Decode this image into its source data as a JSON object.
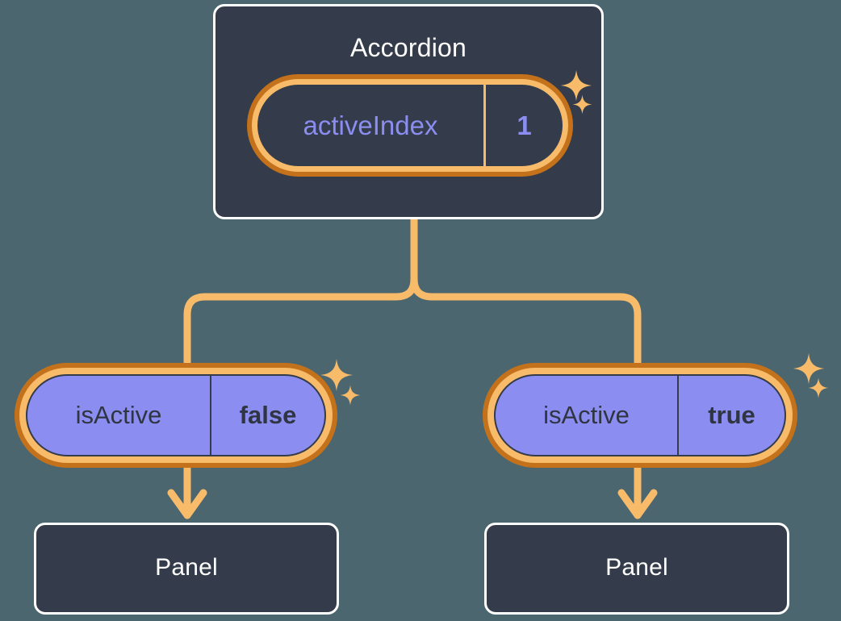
{
  "diagram": {
    "title_node": "Accordion",
    "background_color": "#4c6670",
    "card_color": "#343b4a",
    "accent_orange": "#f8bb6a",
    "accent_orange_dark": "#c3711a",
    "accent_purple": "#8b8ef0",
    "text_light": "#ffffff",
    "text_dark": "#2f3542"
  },
  "parent": {
    "label": "Accordion",
    "state": {
      "key": "activeIndex",
      "value": "1"
    }
  },
  "children": [
    {
      "state": {
        "key": "isActive",
        "value": "false"
      },
      "component": {
        "label": "Panel"
      }
    },
    {
      "state": {
        "key": "isActive",
        "value": "true"
      },
      "component": {
        "label": "Panel"
      }
    }
  ],
  "decorations": {
    "sparkle_name": "sparkle-icon",
    "sparkle_count": 6
  }
}
